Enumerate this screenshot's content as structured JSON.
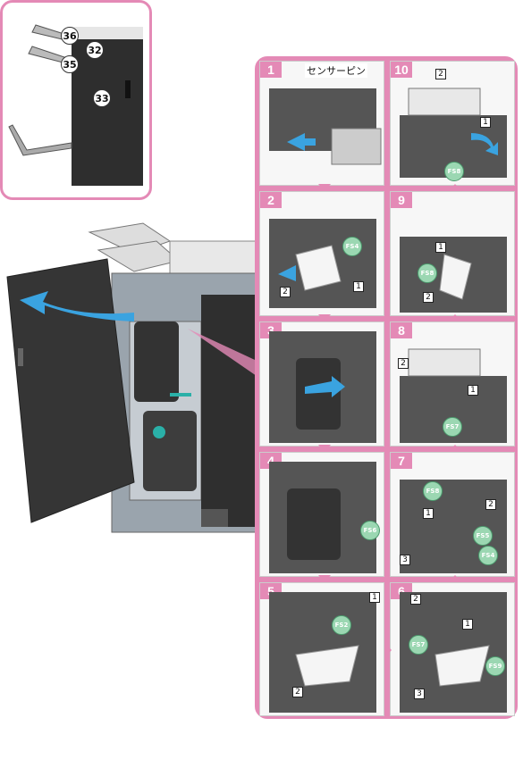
{
  "inset": {
    "callouts": [
      "36",
      "32",
      "35",
      "33"
    ]
  },
  "steps": [
    {
      "num": "1",
      "label": "センサーピン"
    },
    {
      "num": "2",
      "fs": "FS4",
      "sqs": [
        "2",
        "1"
      ]
    },
    {
      "num": "3"
    },
    {
      "num": "4",
      "fs": "FS6"
    },
    {
      "num": "5",
      "fs": "FS2",
      "sqs": [
        "1",
        "2"
      ]
    },
    {
      "num": "6",
      "fs": [
        "FS7",
        "FS9"
      ],
      "sqs": [
        "2",
        "1",
        "3"
      ]
    },
    {
      "num": "7",
      "fs": [
        "FS8",
        "FS5",
        "FS4"
      ],
      "sqs": [
        "1",
        "2",
        "3"
      ]
    },
    {
      "num": "8",
      "fs": "FS7",
      "sqs": [
        "2",
        "1"
      ]
    },
    {
      "num": "9",
      "fs": "FS8",
      "sqs": [
        "1",
        "2"
      ]
    },
    {
      "num": "10",
      "fs": "FS8",
      "sqs": [
        "2",
        "1"
      ]
    }
  ],
  "colors": {
    "accent": "#e48ab6",
    "arrow": "#3aa3e0",
    "fs": "#9bd7b2",
    "machine": "#3a3a3a"
  }
}
